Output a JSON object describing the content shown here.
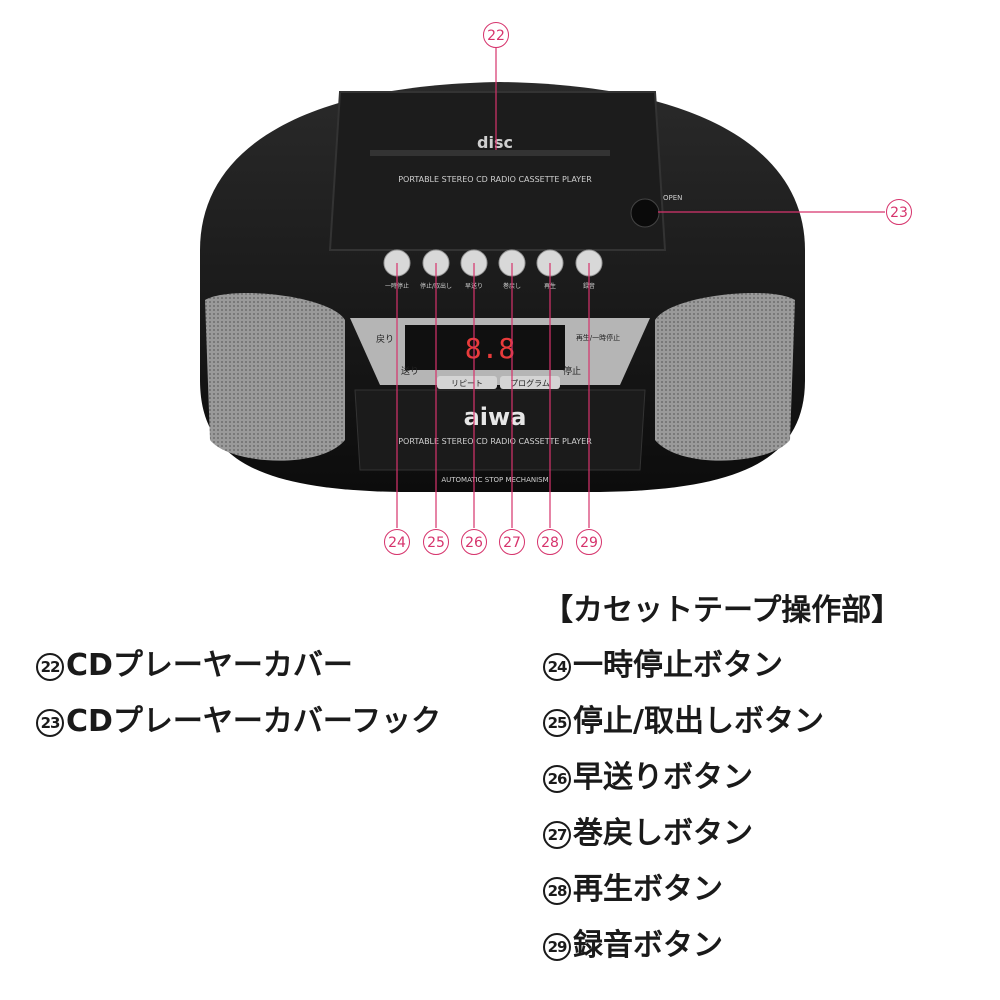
{
  "device": {
    "cd_logo": "disc",
    "cd_lid_caption": "PORTABLE STEREO CD RADIO CASSETTE PLAYER",
    "hook_label": "OPEN",
    "brand": "aiwa",
    "cassette_caption": "PORTABLE STEREO CD RADIO CASSETTE PLAYER",
    "cassette_sub": "AUTOMATIC STOP MECHANISM",
    "display_digits": "8.8",
    "left_btn_top": "戻り",
    "left_btn_bottom": "送り",
    "right_btn_top": "再生/一時停止",
    "right_btn_bottom": "停止",
    "repeat_label": "リピート",
    "program_label": "プログラム",
    "top_buttons": [
      "一時停止",
      "停止/取出し",
      "早送り",
      "巻戻し",
      "再生",
      "録音"
    ]
  },
  "callouts": [
    "22",
    "23",
    "24",
    "25",
    "26",
    "27",
    "28",
    "29"
  ],
  "section_title": "【カセットテープ操作部】",
  "left_items": [
    {
      "num": "22",
      "text": "CDプレーヤーカバー"
    },
    {
      "num": "23",
      "text": "CDプレーヤーカバーフック"
    }
  ],
  "right_items": [
    {
      "num": "24",
      "text": "一時停止ボタン"
    },
    {
      "num": "25",
      "text": "停止/取出しボタン"
    },
    {
      "num": "26",
      "text": "早送りボタン"
    },
    {
      "num": "27",
      "text": "巻戻しボタン"
    },
    {
      "num": "28",
      "text": "再生ボタン"
    },
    {
      "num": "29",
      "text": "録音ボタン"
    }
  ],
  "colors": {
    "accent": "#d6336c",
    "body": "#141414",
    "grille": "#8d8d8d"
  }
}
